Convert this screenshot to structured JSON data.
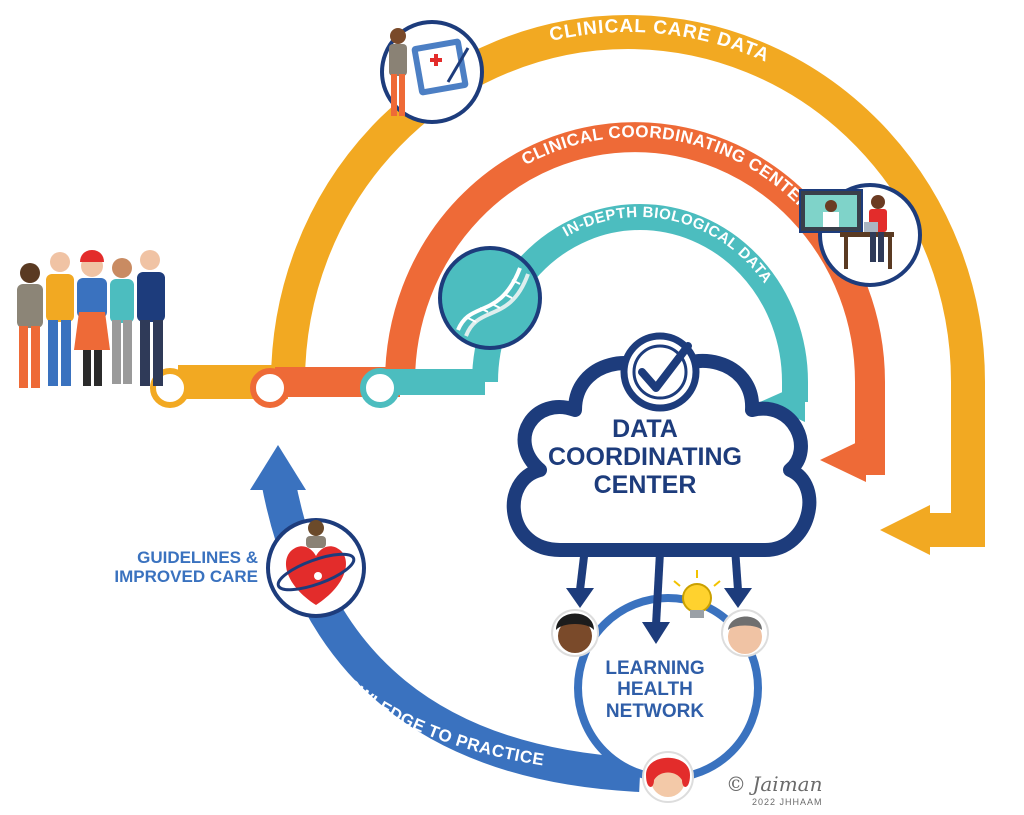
{
  "colors": {
    "yellow": "#f2a922",
    "orange": "#ee6a37",
    "teal": "#4cbdbf",
    "navy": "#1d3c7c",
    "blue": "#3a72bf",
    "red": "#e32c2b"
  },
  "arcs": {
    "clinical_care": "CLINICAL CARE  DATA",
    "clinical_coordinating": "CLINICAL COORDINATING CENTER",
    "biological": "IN-DEPTH BIOLOGICAL DATA"
  },
  "dcc": {
    "line1": "DATA",
    "line2": "COORDINATING",
    "line3": "CENTER"
  },
  "lhn": {
    "line1": "LEARNING",
    "line2": "HEALTH",
    "line3": "NETWORK"
  },
  "guidelines": {
    "line1": "GUIDELINES &",
    "line2": "IMPROVED CARE"
  },
  "knowledge": "KNOWLEDGE TO PRACTICE",
  "signature": {
    "name": "© Jaiman",
    "sub": "2022 JHHAAM"
  },
  "icons": [
    "people-group-icon",
    "clipboard-icon",
    "video-call-icon",
    "dna-icon",
    "checkmark-icon",
    "heart-icon",
    "lightbulb-icon"
  ]
}
